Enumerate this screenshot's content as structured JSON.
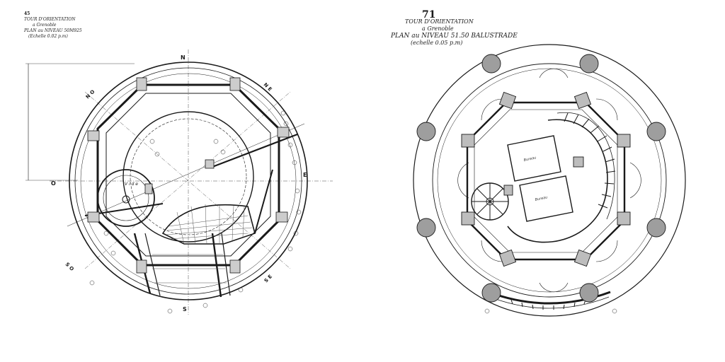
{
  "left_sheet": {
    "number": "45",
    "title_line1": "TOUR D'ORIENTATION",
    "title_line2": "a Grenoble",
    "title_line3": "PLAN au NIVEAU 50M925",
    "title_line4": "(Echelle 0.02 p.m)",
    "label_N": "N",
    "label_S": "S",
    "label_E": "E",
    "label_O": "O",
    "label_NO": "N O",
    "label_NE": "N E",
    "label_SO": "S O",
    "label_SE": "S E",
    "label_vide": "V i d e"
  },
  "right_sheet": {
    "number": "71",
    "title_line1": "TOUR D'ORIENTATION",
    "title_line2": "a Grenoble",
    "title_line3": "PLAN au NIVEAU 51.50 BALUSTRADE",
    "title_line4": "(echelle 0.05 p.m)",
    "table_label_1": "Bureau",
    "table_label_2": "Bureau"
  },
  "colors": {
    "ink": "#1a1a1a",
    "hatch": "#555555",
    "paper": "#ffffff"
  }
}
